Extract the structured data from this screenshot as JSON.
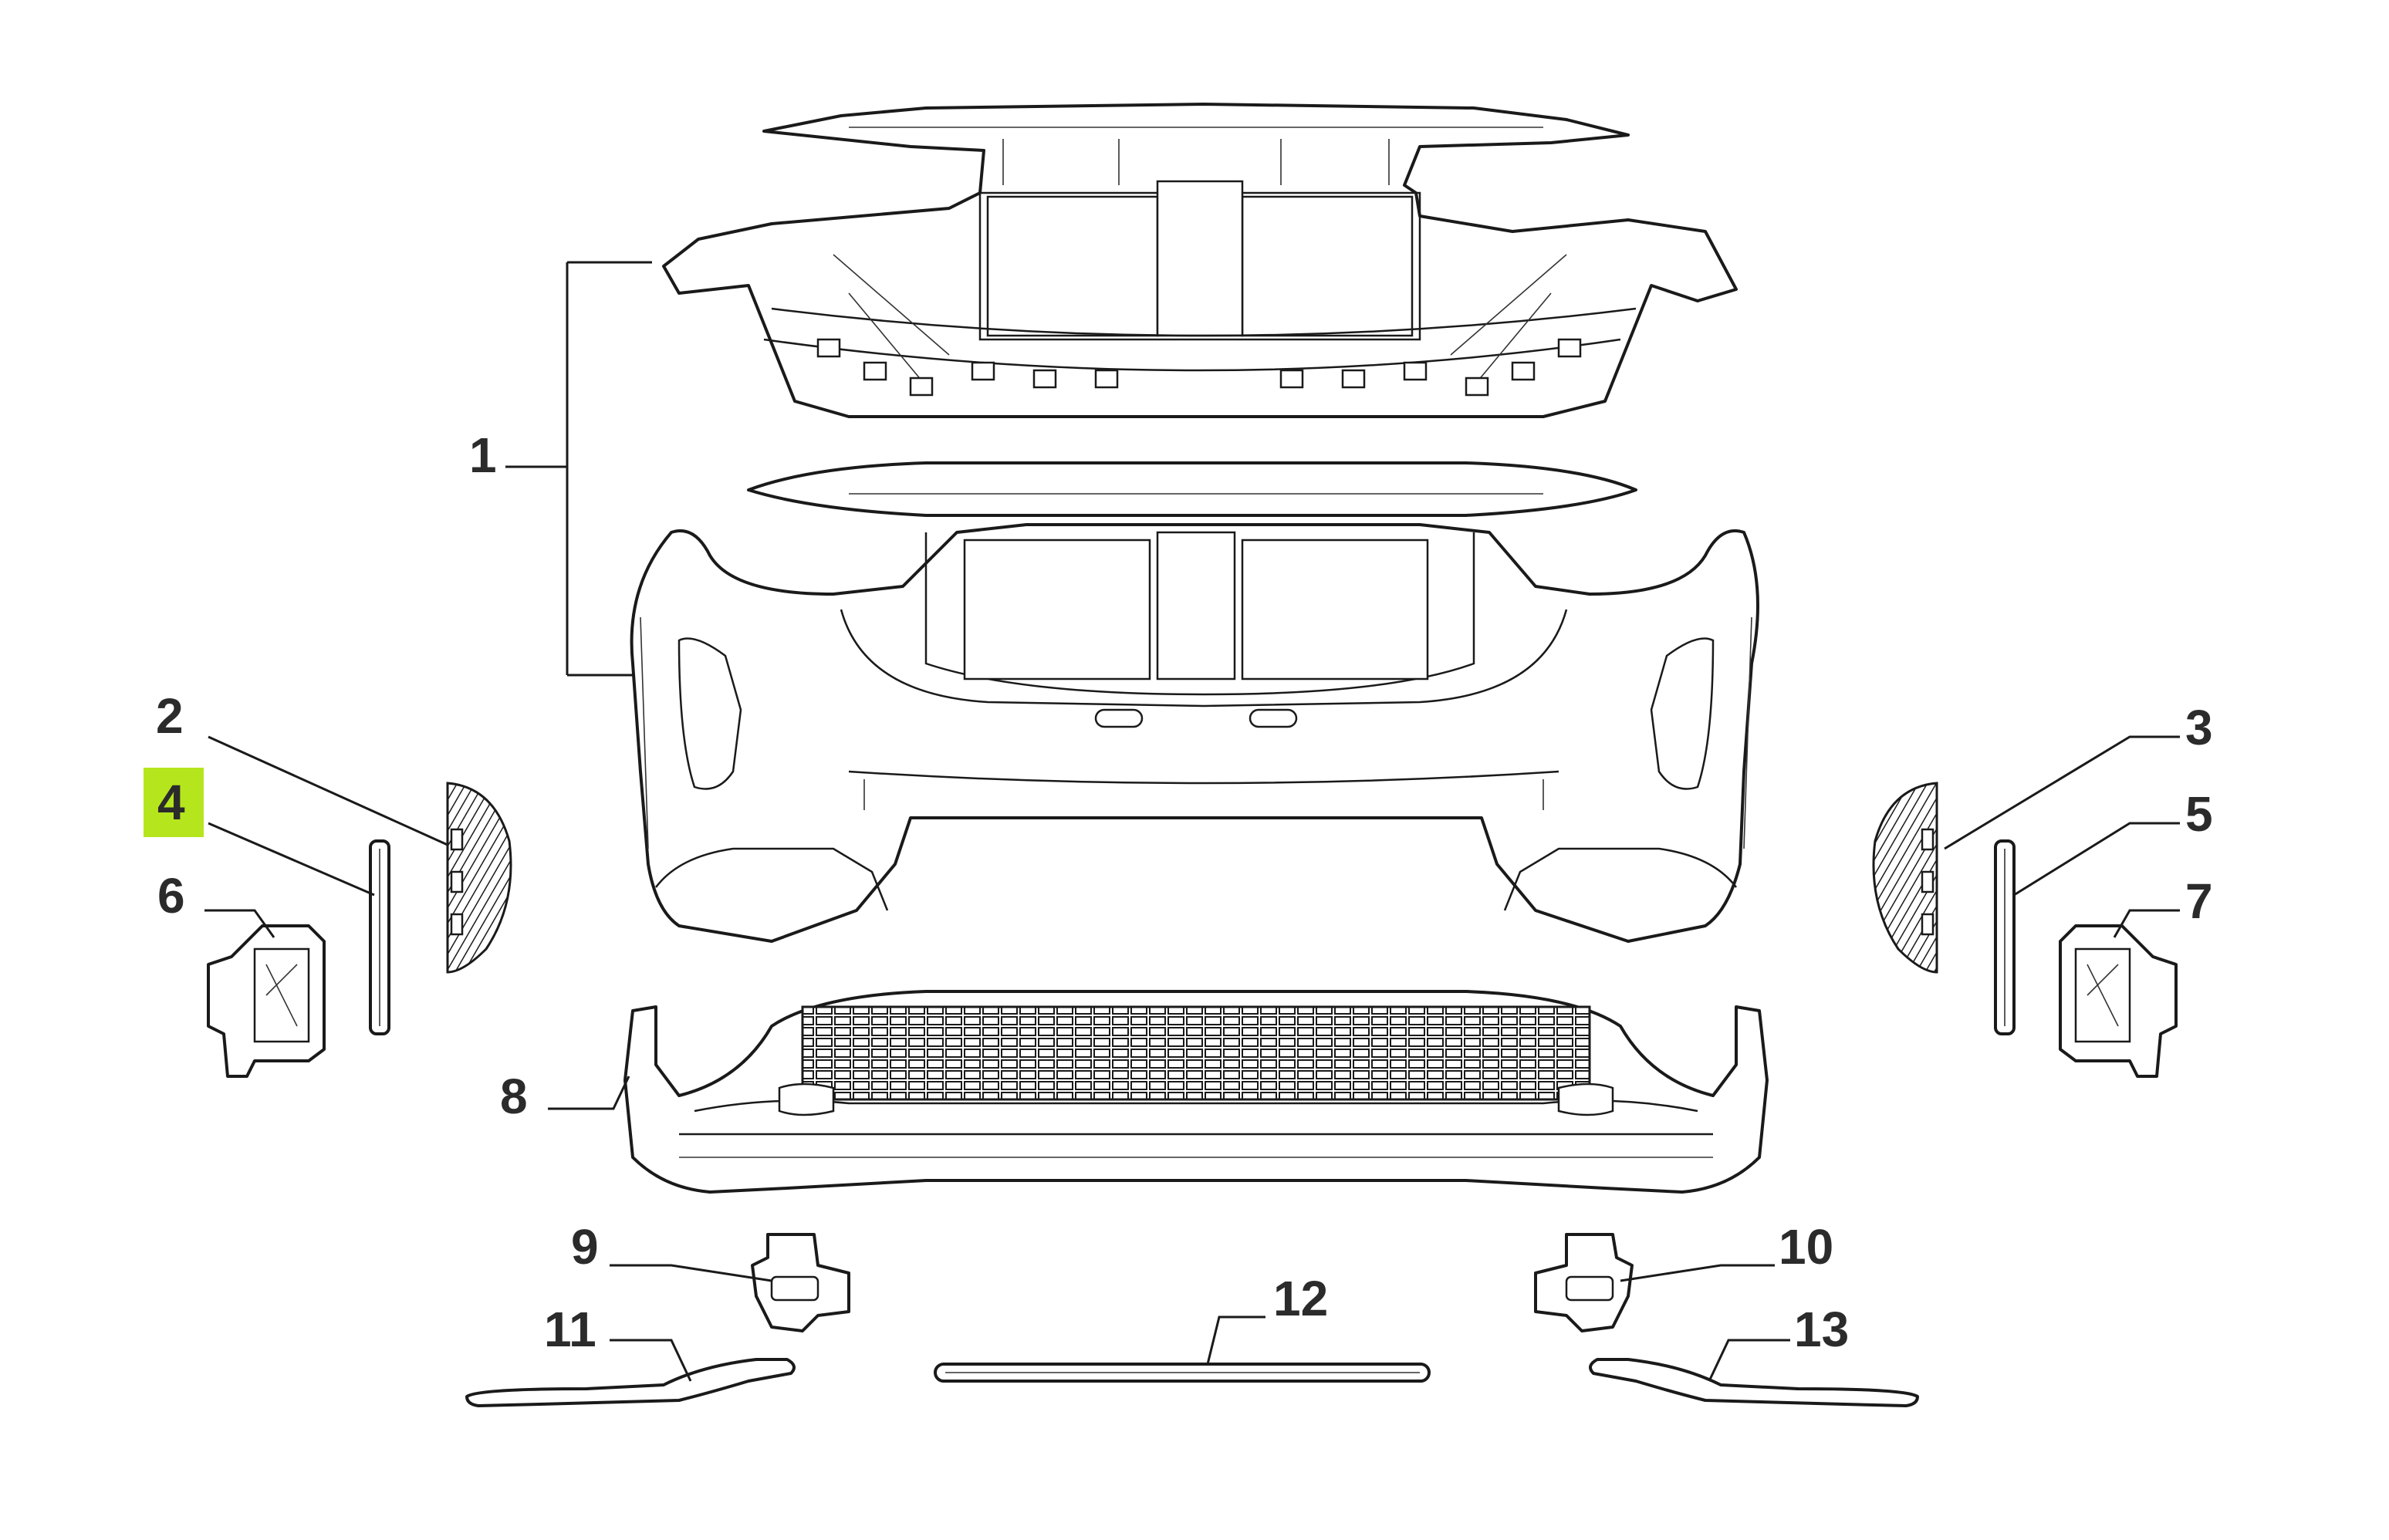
{
  "diagram": {
    "highlight_color": "#b5e61d",
    "line_color": "#1a1a1a",
    "callouts": [
      {
        "id": "1",
        "label": "1",
        "highlighted": false
      },
      {
        "id": "2",
        "label": "2",
        "highlighted": false
      },
      {
        "id": "3",
        "label": "3",
        "highlighted": false
      },
      {
        "id": "4",
        "label": "4",
        "highlighted": true
      },
      {
        "id": "5",
        "label": "5",
        "highlighted": false
      },
      {
        "id": "6",
        "label": "6",
        "highlighted": false
      },
      {
        "id": "7",
        "label": "7",
        "highlighted": false
      },
      {
        "id": "8",
        "label": "8",
        "highlighted": false
      },
      {
        "id": "9",
        "label": "9",
        "highlighted": false
      },
      {
        "id": "10",
        "label": "10",
        "highlighted": false
      },
      {
        "id": "11",
        "label": "11",
        "highlighted": false
      },
      {
        "id": "12",
        "label": "12",
        "highlighted": false
      },
      {
        "id": "13",
        "label": "13",
        "highlighted": false
      }
    ]
  }
}
